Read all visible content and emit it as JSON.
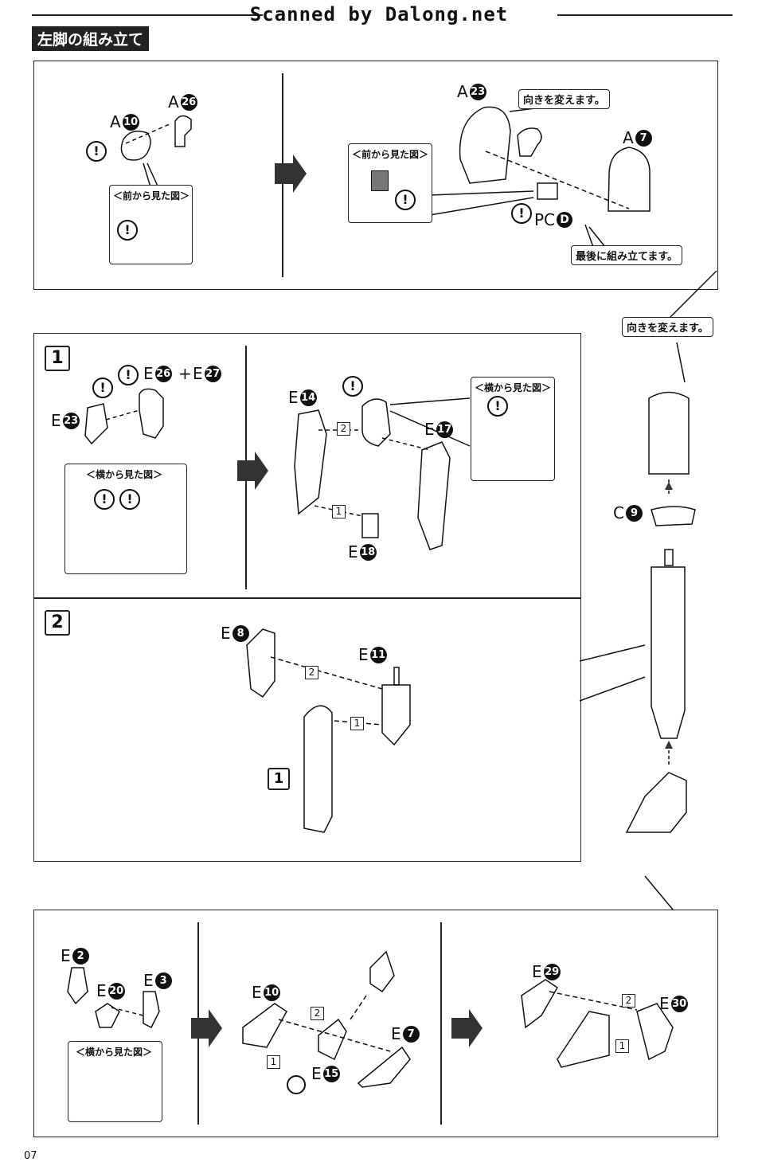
{
  "header": {
    "watermark": "Scanned by Dalong.net",
    "section_title": "左脚の組み立て"
  },
  "view_titles": {
    "front": "＜前から見た図＞",
    "side": "＜横から見た図＞"
  },
  "notes": {
    "change_direction": "向きを変えます。",
    "assemble_last": "最後に組み立てます。"
  },
  "steps": {
    "step1": "1",
    "step2": "2"
  },
  "warning_symbol": "!",
  "plus_sign": "+",
  "parts": {
    "A10": {
      "letter": "A",
      "num": "10"
    },
    "A26": {
      "letter": "A",
      "num": "26"
    },
    "A23": {
      "letter": "A",
      "num": "23"
    },
    "A7": {
      "letter": "A",
      "num": "7"
    },
    "PCD": {
      "letter": "PC",
      "num": "D"
    },
    "E26": {
      "letter": "E",
      "num": "26"
    },
    "E27": {
      "letter": "E",
      "num": "27"
    },
    "E23": {
      "letter": "E",
      "num": "23"
    },
    "E14": {
      "letter": "E",
      "num": "14"
    },
    "E17": {
      "letter": "E",
      "num": "17"
    },
    "E18": {
      "letter": "E",
      "num": "18"
    },
    "C9": {
      "letter": "C",
      "num": "9"
    },
    "E8": {
      "letter": "E",
      "num": "8"
    },
    "E11": {
      "letter": "E",
      "num": "11"
    },
    "E2": {
      "letter": "E",
      "num": "2"
    },
    "E20": {
      "letter": "E",
      "num": "20"
    },
    "E3": {
      "letter": "E",
      "num": "3"
    },
    "E10": {
      "letter": "E",
      "num": "10"
    },
    "E7": {
      "letter": "E",
      "num": "7"
    },
    "E15": {
      "letter": "E",
      "num": "15"
    },
    "E29": {
      "letter": "E",
      "num": "29"
    },
    "E30": {
      "letter": "E",
      "num": "30"
    }
  },
  "order_marks": {
    "one": "1",
    "two": "2"
  },
  "footer": {
    "page_number": "07"
  }
}
